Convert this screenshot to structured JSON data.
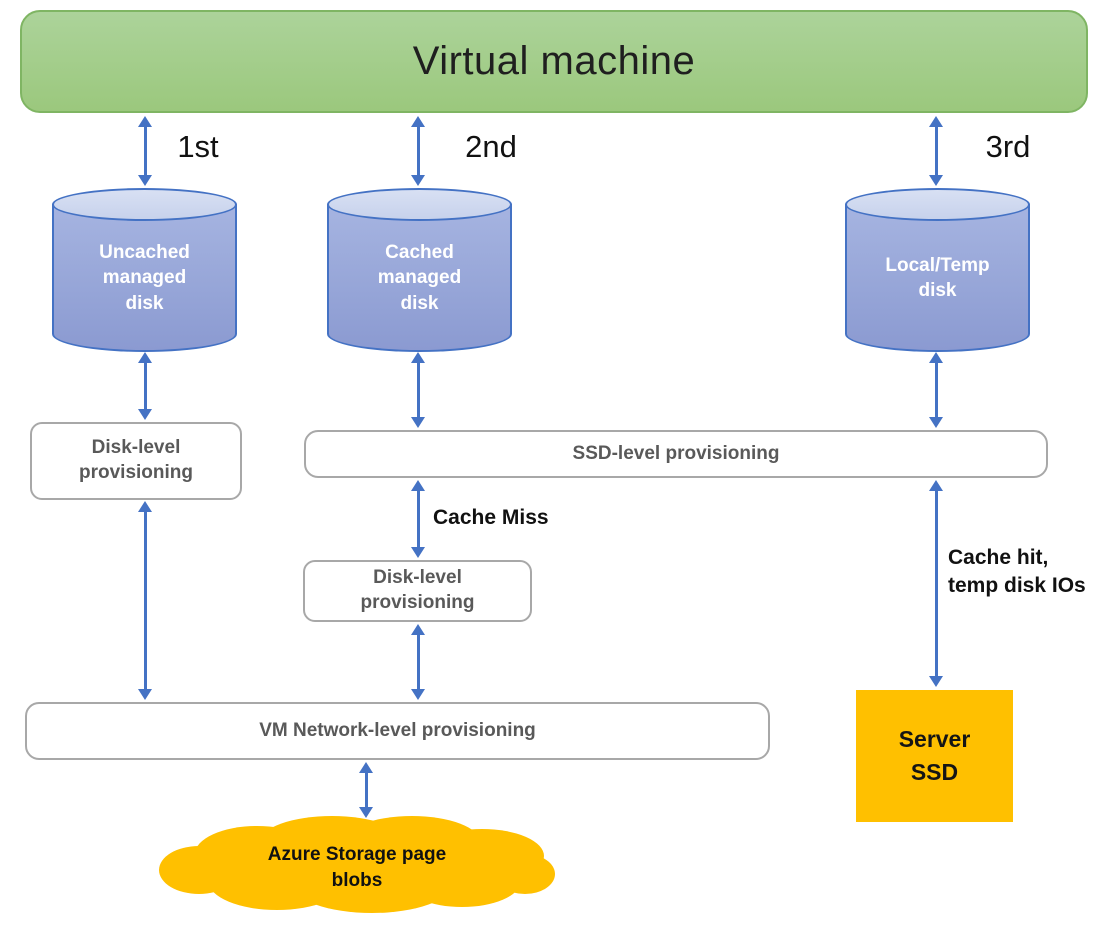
{
  "diagram": {
    "vm": {
      "label": "Virtual machine"
    },
    "order_labels": {
      "first": "1st",
      "second": "2nd",
      "third": "3rd"
    },
    "disks": {
      "uncached": {
        "label": "Uncached\nmanaged\ndisk"
      },
      "cached": {
        "label": "Cached\nmanaged\ndisk"
      },
      "local_temp": {
        "label": "Local/Temp\ndisk"
      }
    },
    "provisioning": {
      "disk_level_left": {
        "label": "Disk-level\nprovisioning"
      },
      "ssd_level": {
        "label": "SSD-level provisioning"
      },
      "disk_level_mid": {
        "label": "Disk-level\nprovisioning"
      },
      "vm_network": {
        "label": "VM Network-level provisioning"
      }
    },
    "flow_labels": {
      "cache_miss": "Cache Miss",
      "cache_hit": "Cache hit,\ntemp disk IOs"
    },
    "server_ssd": {
      "label": "Server\nSSD"
    },
    "cloud": {
      "label": "Azure Storage page\nblobs"
    },
    "colors": {
      "vm_fill_top": "#ACD39A",
      "vm_fill_bottom": "#9BC87D",
      "vm_border": "#7FB563",
      "disk_fill_top": "#A6B4E1",
      "disk_fill_bottom": "#8B9AD1",
      "disk_cap_fill": "#D8E0F3",
      "disk_border": "#4472C4",
      "arrow": "#4472C4",
      "box_border": "#A8A8A8",
      "box_text": "#595959",
      "accent_orange": "#FFC000"
    }
  }
}
